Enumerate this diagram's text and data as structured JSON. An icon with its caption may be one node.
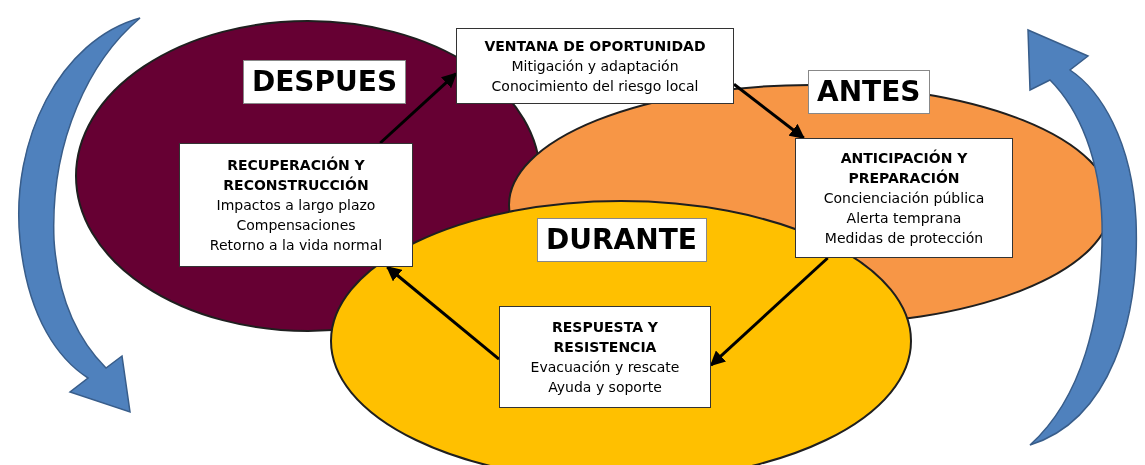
{
  "diagram": {
    "nodes": [
      {
        "text": [
          "DESPUES"
        ]
      },
      {
        "text": [
          "ANTES"
        ]
      },
      {
        "text": [
          "DURANTE"
        ]
      },
      {
        "text": [
          "VENTANA DE OPORTUNIDAD",
          "Mitigación y adaptación",
          "Conocimiento del riesgo local"
        ]
      },
      {
        "text": [
          "RECUPERACIÓN Y RECONSTRUCCIÓN",
          "Impactos a largo plazo",
          "Compensaciones",
          "Retorno a la vida normal"
        ]
      },
      {
        "text": [
          "ANTICIPACIÓN Y PREPARACIÓN",
          "Concienciación pública",
          "Alerta temprana",
          "Medidas de protección"
        ]
      },
      {
        "text": [
          "RESPUESTA Y RESISTENCIA",
          "Evacuación y rescate",
          "Ayuda y soporte"
        ]
      }
    ],
    "edges": [
      {
        "from": 4,
        "to": 3,
        "arrow": "to"
      },
      {
        "from": 3,
        "to": 5,
        "arrow": "to"
      },
      {
        "from": 5,
        "to": 6,
        "arrow": "to"
      },
      {
        "from": 6,
        "to": 4,
        "arrow": "to"
      }
    ]
  }
}
